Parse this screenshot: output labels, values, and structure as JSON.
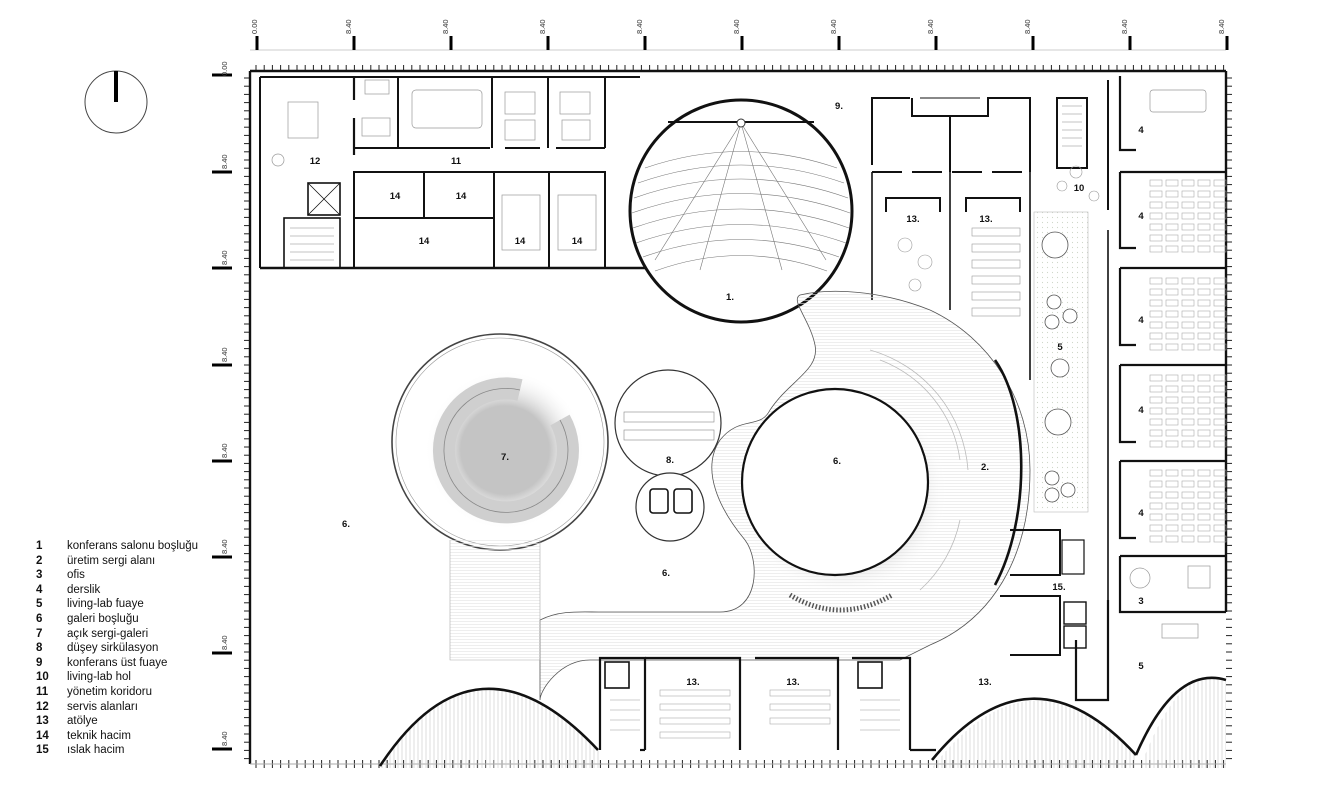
{
  "dimensions": {
    "top": [
      "0.00",
      "8.40",
      "8.40",
      "8.40",
      "8.40",
      "8.40",
      "8.40",
      "8.40",
      "8.40",
      "8.40",
      "8.40"
    ],
    "left": [
      "0.00",
      "8.40",
      "8.40",
      "8.40",
      "8.40",
      "8.40",
      "8.40",
      "8.40"
    ]
  },
  "rooms": {
    "r1": "1.",
    "r2": "2.",
    "r4a": "4",
    "r4b": "4",
    "r4c": "4",
    "r4d": "4",
    "r4e": "4",
    "r3": "3",
    "r5a": "5",
    "r5b": "5",
    "r6a": "6.",
    "r6b": "6.",
    "r6c": "6.",
    "r7": "7.",
    "r8": "8.",
    "r9": "9.",
    "r10": "10",
    "r11": "11",
    "r12": "12",
    "r13a": "13.",
    "r13b": "13.",
    "r13c": "13.",
    "r13d": "13.",
    "r13e": "13.",
    "r14a": "14",
    "r14b": "14",
    "r14c": "14",
    "r14d": "14",
    "r14e": "14",
    "r15": "15."
  },
  "legend": [
    {
      "num": "1",
      "label": "konferans salonu boşluğu"
    },
    {
      "num": "2",
      "label": "üretim sergi alanı"
    },
    {
      "num": "3",
      "label": "ofis"
    },
    {
      "num": "4",
      "label": "derslik"
    },
    {
      "num": "5",
      "label": "living-lab fuaye"
    },
    {
      "num": "6",
      "label": "galeri boşluğu"
    },
    {
      "num": "7",
      "label": "açık sergi-galeri"
    },
    {
      "num": "8",
      "label": "düşey sirkülasyon"
    },
    {
      "num": "9",
      "label": "konferans üst fuaye"
    },
    {
      "num": "10",
      "label": "living-lab hol"
    },
    {
      "num": "11",
      "label": "yönetim koridoru"
    },
    {
      "num": "12",
      "label": "servis alanları"
    },
    {
      "num": "13",
      "label": "atölye"
    },
    {
      "num": "14",
      "label": "teknik hacim"
    },
    {
      "num": "15",
      "label": "ıslak hacim"
    }
  ]
}
